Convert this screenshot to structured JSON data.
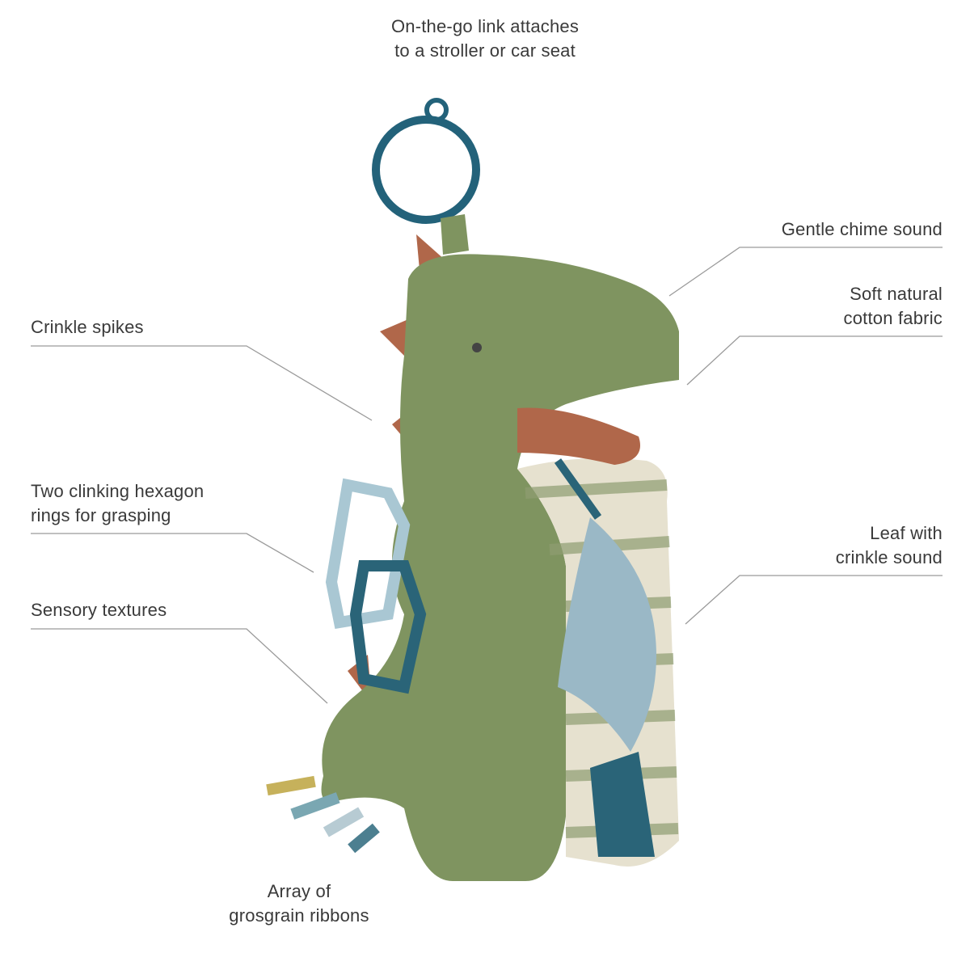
{
  "callouts": {
    "link": [
      "On-the-go link attaches",
      "to a stroller or car seat"
    ],
    "chime": [
      "Gentle chime sound"
    ],
    "fabric": [
      "Soft natural",
      "cotton fabric"
    ],
    "spikes": [
      "Crinkle spikes"
    ],
    "rings": [
      "Two clinking hexagon",
      "rings for grasping"
    ],
    "leaf": [
      "Leaf with",
      "crinkle sound"
    ],
    "textures": [
      "Sensory textures"
    ],
    "ribbons": [
      "Array of",
      "grosgrain ribbons"
    ]
  },
  "colors": {
    "text": "#3a3a3a",
    "line": "#9a9a9a",
    "dino_green": "#7f9460",
    "spike_rust": "#b0674a",
    "ring_teal": "#23627a",
    "hex_light": "#a9c7d3",
    "leaf_blue": "#9ab8c6",
    "stripe_cream": "#e6e1cf"
  }
}
